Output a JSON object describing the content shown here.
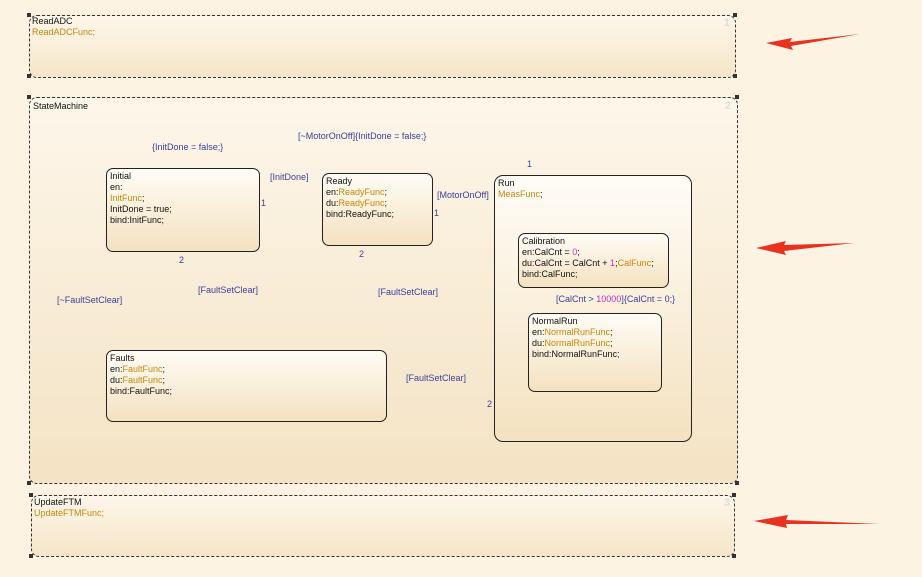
{
  "read_adc": {
    "name": "ReadADC",
    "action": "ReadADCFunc;",
    "order": "1"
  },
  "state_machine": {
    "name": "StateMachine",
    "order": "2"
  },
  "update_ftm": {
    "name": "UpdateFTM",
    "action": "UpdateFTMFunc;",
    "order": "3"
  },
  "states": {
    "initial": {
      "name": "Initial",
      "en": "en:",
      "en_func": "InitFunc",
      "semicolon": ";",
      "line3": "InitDone = true;",
      "bind": "bind:InitFunc;"
    },
    "ready": {
      "name": "Ready",
      "en_prefix": "en:",
      "en_func": "ReadyFunc",
      "du_prefix": "du:",
      "du_func": "ReadyFunc",
      "semicolon": ";",
      "bind": "bind:ReadyFunc;"
    },
    "run": {
      "name": "Run",
      "func": "MeasFunc",
      "semicolon": ";"
    },
    "calibration": {
      "name": "Calibration",
      "en_prefix": "en:CalCnt = ",
      "en_num": "0",
      "semicolon": ";",
      "du_prefix": "du:CalCnt = CalCnt + ",
      "du_num": "1",
      "du_func": "CalFunc",
      "bind": "bind:CalFunc;"
    },
    "normalrun": {
      "name": "NormalRun",
      "en_prefix": "en:",
      "en_func": "NormalRunFunc",
      "du_prefix": "du:",
      "du_func": "NormalRunFunc",
      "semicolon": ";",
      "bind": "bind:NormalRunFunc;"
    },
    "faults": {
      "name": "Faults",
      "en_prefix": "en:",
      "en_func": "FaultFunc",
      "du_prefix": "du:",
      "du_func": "FaultFunc",
      "semicolon": ";",
      "bind": "bind:FaultFunc;"
    }
  },
  "transitions": {
    "default_initial": "{InitDone = false;}",
    "run_to_initial": "[~MotorOnOff]{InitDone = false;}",
    "initial_to_ready": "[InitDone]",
    "ready_to_run": "[MotorOnOff]",
    "faults_to_initial": "[~FaultSetClear]",
    "initial_to_faults": "[FaultSetClear]",
    "ready_to_faults": "[FaultSetClear]",
    "run_to_faults": "[FaultSetClear]",
    "calib_to_normal_prefix": "[CalCnt > ",
    "calib_to_normal_num": "10000",
    "calib_to_normal_suffix": "]{CalCnt = 0;}"
  },
  "execution_numbers": {
    "initial_to_ready": "1",
    "initial_to_faults": "2",
    "ready_to_run": "1",
    "ready_to_faults": "2",
    "run_to_initial": "1",
    "run_to_faults": "2"
  },
  "colors": {
    "wire": "#4a4f9a",
    "action_func": "#c8860a",
    "number": "#c030c0",
    "callout_arrow": "#e8321f"
  }
}
